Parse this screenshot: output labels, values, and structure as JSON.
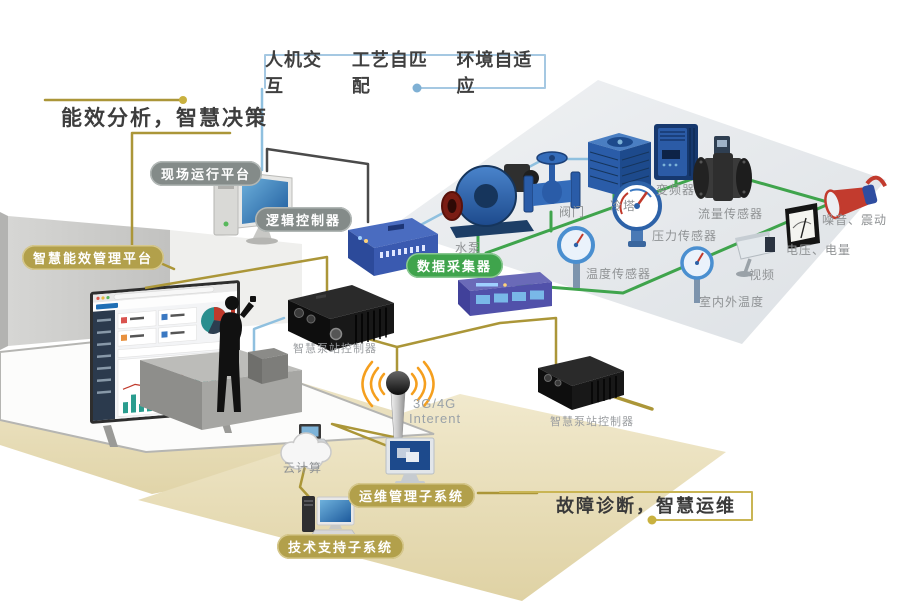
{
  "callout_top": {
    "items": [
      "人机交互",
      "工艺自匹配",
      "环境自适应"
    ]
  },
  "headline_left": "能效分析，智慧决策",
  "callout_bottom": "故障诊断，智慧运维",
  "badges": {
    "field_platform": "现场运行平台",
    "logic_controller": "逻辑控制器",
    "data_collector": "数据采集器",
    "energy_platform": "智慧能效管理平台",
    "om_subsystem": "运维管理子系统",
    "support_subsystem": "技术支持子系统"
  },
  "labels": {
    "pump": "水泵",
    "valve": "阀门",
    "cooling_tower": "冷塔",
    "vfd": "变频器",
    "flow_sensor": "流量传感器",
    "pressure_sensor": "压力传感器",
    "temp_sensor": "温度传感器",
    "noise_vibration": "噪音、震动",
    "voltage_power": "电压、电量",
    "video": "视频",
    "indoor_outdoor_temp": "室内外温度",
    "pump_controller_1": "智慧泵站控制器",
    "pump_controller_2": "智慧泵站控制器",
    "network_line1": "3G/4G",
    "network_line2": "Interent",
    "cloud": "云计算"
  },
  "colors": {
    "gold_line": "#ab9638",
    "green_line": "#3fa44c",
    "blue_line": "#8fc0df",
    "dark_line": "#4a4a4a",
    "badge_gray": "#848b89",
    "badge_green": "#3fa44c",
    "badge_gold": "#b2a04b",
    "callout_border_blue": "#a5c8e2",
    "callout_border_gold": "#c9b554"
  }
}
